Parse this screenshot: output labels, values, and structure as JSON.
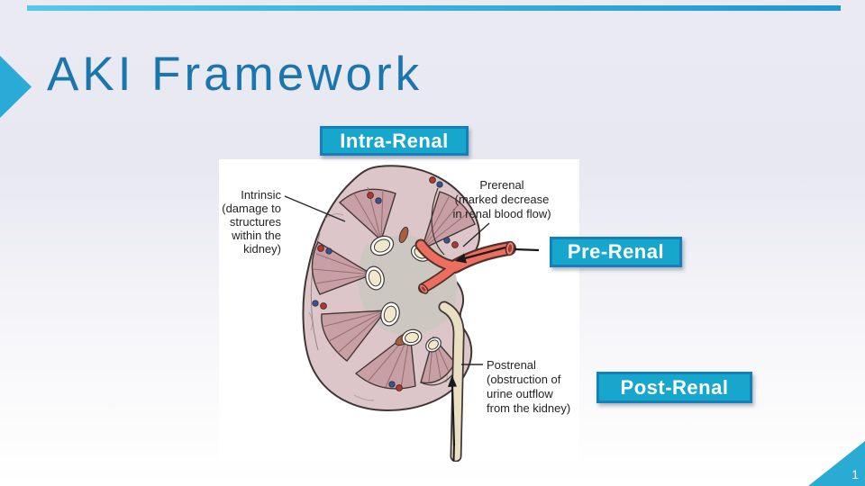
{
  "slide": {
    "title": "AKI Framework",
    "page_number": "1"
  },
  "callouts": {
    "intra": "Intra-Renal",
    "pre": "Pre-Renal",
    "post": "Post-Renal"
  },
  "diagram": {
    "intrinsic_label": [
      "Intrinsic",
      "(damage to",
      "structures",
      "within the",
      "kidney)"
    ],
    "prerenal_label": [
      "Prerenal",
      "(marked decrease",
      "in renal blood flow)"
    ],
    "postrenal_label": [
      "Postrenal",
      "(obstruction of",
      "urine outflow",
      "from the kidney)"
    ]
  },
  "colors": {
    "accent_cyan": "#29abd5",
    "title_blue": "#1b76ae",
    "callout_fill": "#18a7cc",
    "callout_border": "#1480bb",
    "artery_red": "#ec6e5f",
    "kidney_cortex": "#dcc6c9",
    "pyramid": "#c89fa5",
    "ureter_cream": "#eadfc2"
  }
}
